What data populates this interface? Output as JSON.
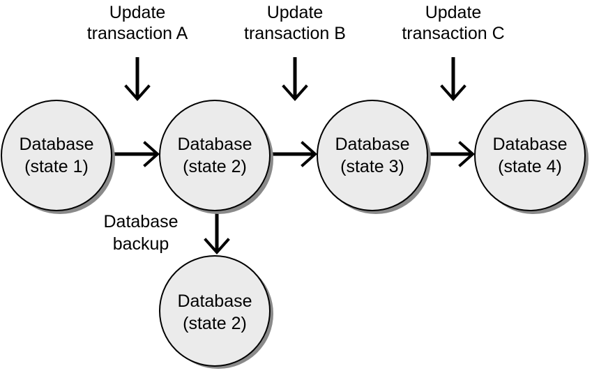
{
  "nodes": [
    {
      "line1": "Database",
      "line2": "(state 1)"
    },
    {
      "line1": "Database",
      "line2": "(state 2)"
    },
    {
      "line1": "Database",
      "line2": "(state 3)"
    },
    {
      "line1": "Database",
      "line2": "(state 4)"
    },
    {
      "line1": "Database",
      "line2": "(state 2)"
    }
  ],
  "transactions": [
    {
      "line1": "Update",
      "line2": "transaction A"
    },
    {
      "line1": "Update",
      "line2": "transaction B"
    },
    {
      "line1": "Update",
      "line2": "transaction C"
    }
  ],
  "backup": {
    "line1": "Database",
    "line2": "backup"
  },
  "colors": {
    "node_fill": "#ebebeb",
    "node_stroke": "#000000",
    "shadow": "#8a8a8a"
  }
}
